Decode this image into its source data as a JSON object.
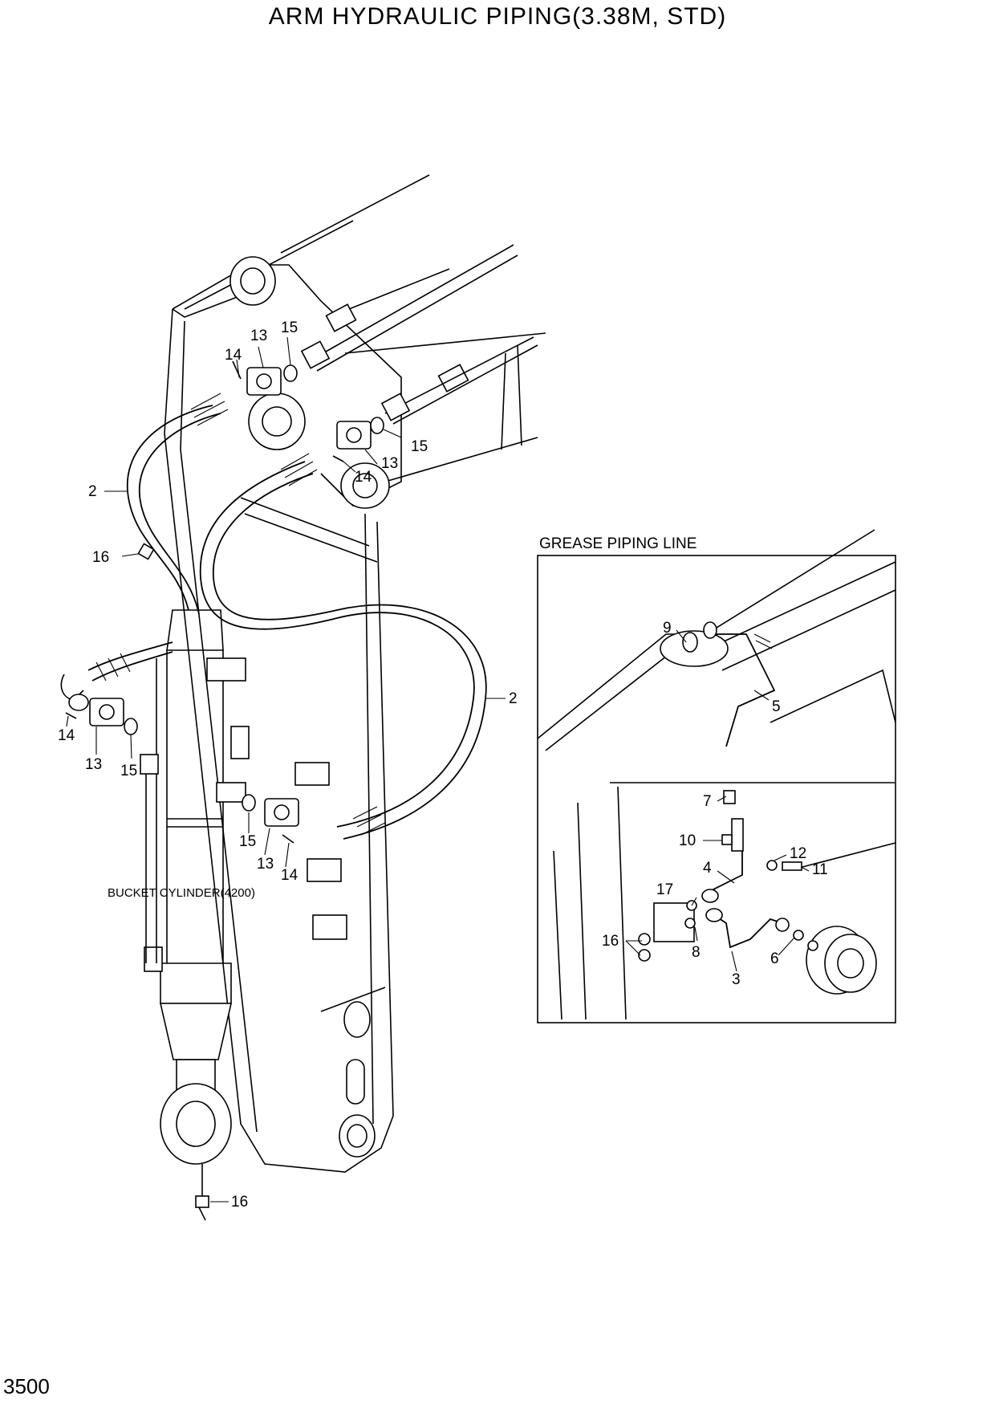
{
  "title": "ARM HYDRAULIC PIPING(3.38M, STD)",
  "page_number": "3500",
  "inset": {
    "title": "GREASE PIPING LINE"
  },
  "annotations": {
    "bucket_cylinder": "BUCKET CYLINDER(4200)"
  },
  "callouts_main": [
    {
      "id": "c-13-a",
      "label": "13"
    },
    {
      "id": "c-15-a",
      "label": "15"
    },
    {
      "id": "c-14-a",
      "label": "14"
    },
    {
      "id": "c-15-b",
      "label": "15"
    },
    {
      "id": "c-13-b",
      "label": "13"
    },
    {
      "id": "c-14-b",
      "label": "14"
    },
    {
      "id": "c-2-a",
      "label": "2"
    },
    {
      "id": "c-16-a",
      "label": "16"
    },
    {
      "id": "c-2-b",
      "label": "2"
    },
    {
      "id": "c-14-c",
      "label": "14"
    },
    {
      "id": "c-13-c",
      "label": "13"
    },
    {
      "id": "c-15-c",
      "label": "15"
    },
    {
      "id": "c-15-d",
      "label": "15"
    },
    {
      "id": "c-13-d",
      "label": "13"
    },
    {
      "id": "c-14-d",
      "label": "14"
    },
    {
      "id": "c-16-b",
      "label": "16"
    }
  ],
  "callouts_inset": [
    {
      "id": "i-9",
      "label": "9"
    },
    {
      "id": "i-5",
      "label": "5"
    },
    {
      "id": "i-7",
      "label": "7"
    },
    {
      "id": "i-10",
      "label": "10"
    },
    {
      "id": "i-12",
      "label": "12"
    },
    {
      "id": "i-4",
      "label": "4"
    },
    {
      "id": "i-11",
      "label": "11"
    },
    {
      "id": "i-17",
      "label": "17"
    },
    {
      "id": "i-16",
      "label": "16"
    },
    {
      "id": "i-8",
      "label": "8"
    },
    {
      "id": "i-3",
      "label": "3"
    },
    {
      "id": "i-6",
      "label": "6"
    }
  ]
}
